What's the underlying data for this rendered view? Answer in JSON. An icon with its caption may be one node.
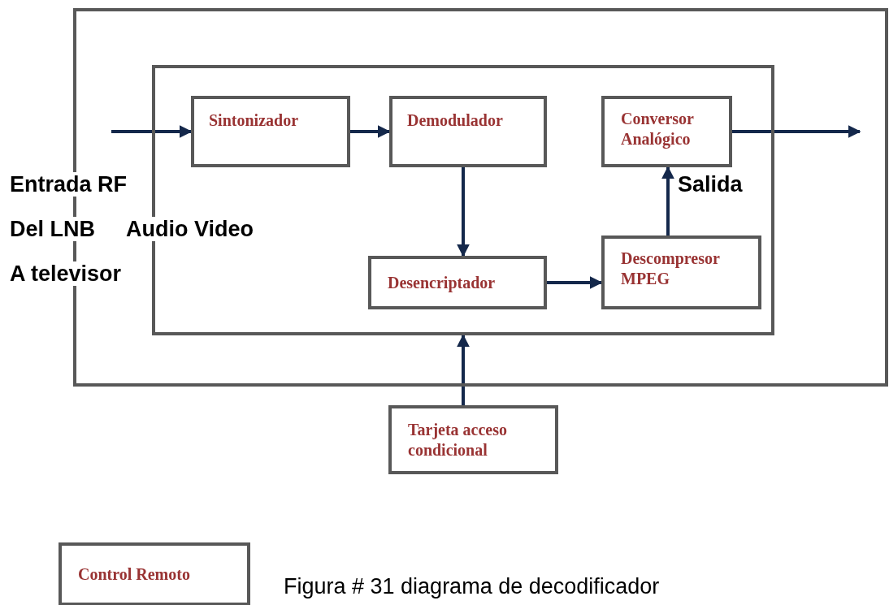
{
  "diagram": {
    "caption": "Figura # 31 diagrama de decodificador",
    "nodes": [
      {
        "text": [],
        "shape": "box"
      },
      {
        "text": [],
        "shape": "box",
        "in": 0
      },
      {
        "text": [
          "Sintonizador"
        ],
        "in": 1
      },
      {
        "text": [
          "Demodulador"
        ],
        "in": 1
      },
      {
        "text": [
          "Conversor Analógico"
        ],
        "in": 1
      },
      {
        "text": [
          "Desencriptador"
        ],
        "in": 1
      },
      {
        "text": [
          "Descompresor MPEG"
        ],
        "in": 1
      },
      {
        "text": [
          "Tarjeta acceso condicional"
        ]
      },
      {
        "text": [
          "Control Remoto"
        ]
      }
    ],
    "edges": [
      {
        "from": null,
        "to": 2,
        "arrow": "to"
      },
      {
        "from": 2,
        "to": 3,
        "arrow": "to"
      },
      {
        "from": 3,
        "to": 5,
        "arrow": "to"
      },
      {
        "from": 5,
        "to": 6,
        "arrow": "to"
      },
      {
        "from": 6,
        "to": 4,
        "arrow": "to"
      },
      {
        "from": 4,
        "to": null,
        "arrow": "to"
      },
      {
        "from": 7,
        "to": 1,
        "arrow": "to"
      }
    ],
    "labels": [
      "Entrada RF",
      "Salida",
      "Del LNB",
      "Audio Video",
      "A televisor"
    ]
  }
}
